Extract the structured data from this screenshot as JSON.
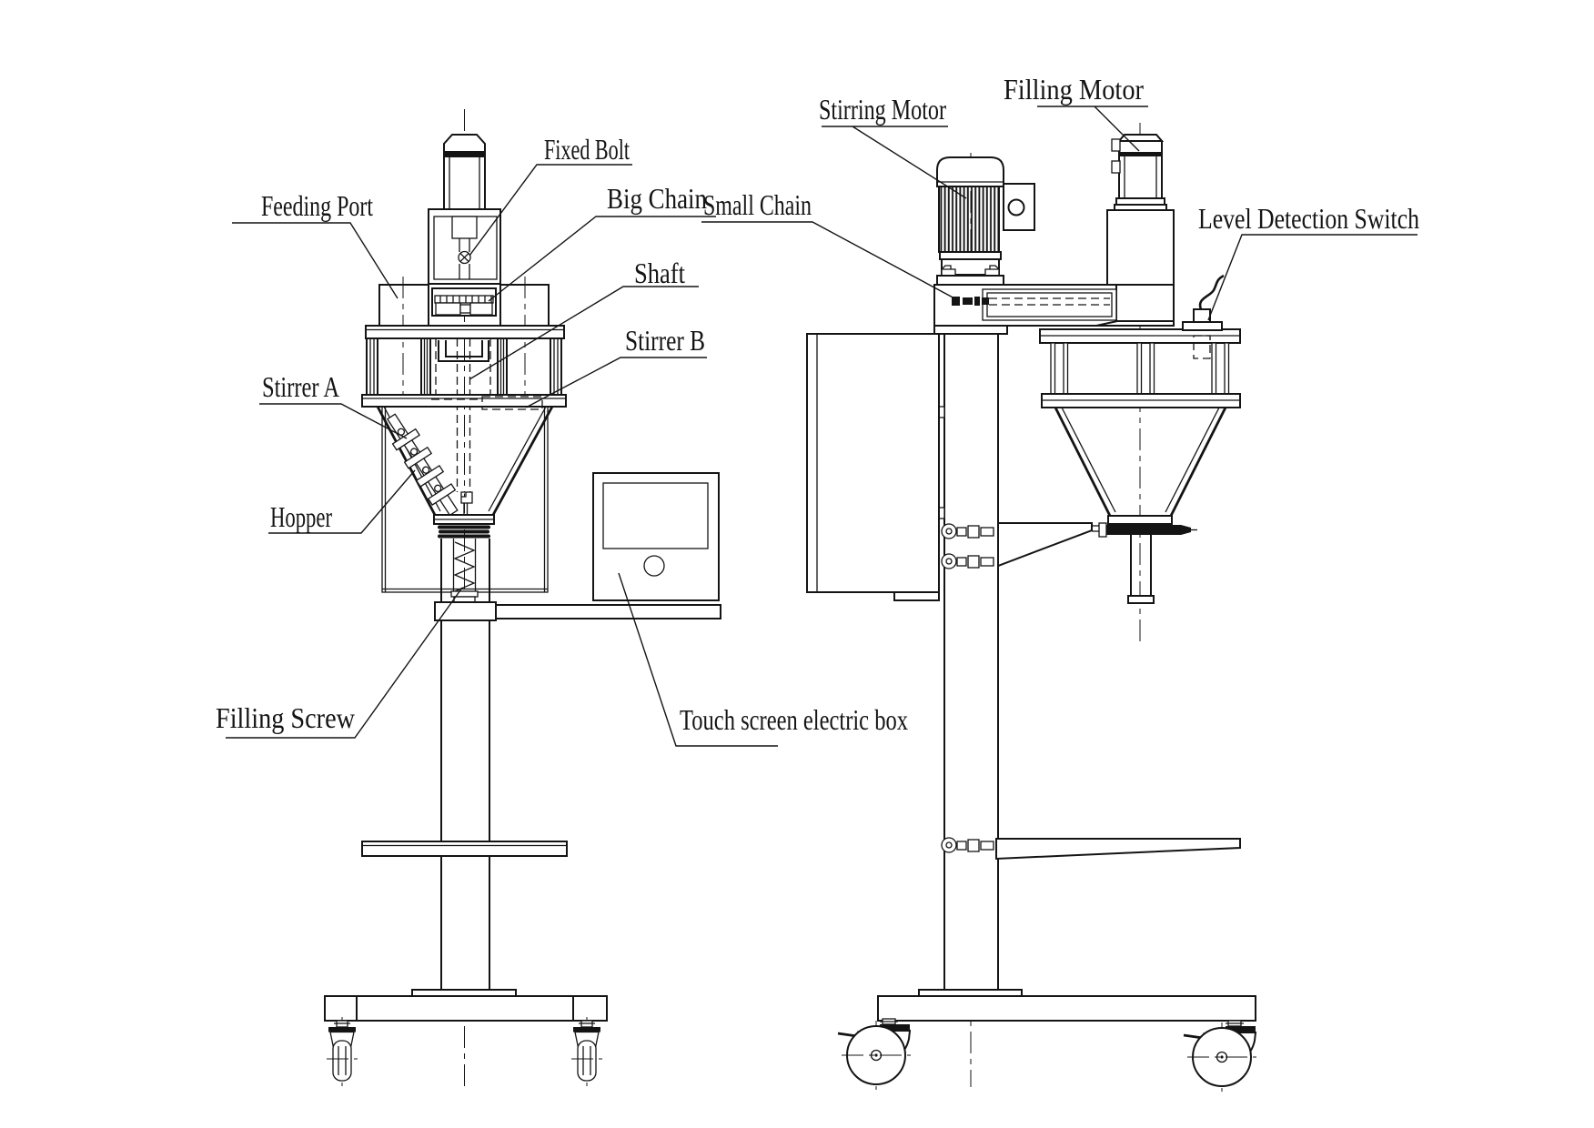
{
  "colors": {
    "ink": "#141414",
    "paper": "#ffffff"
  },
  "front_view": {
    "labels": {
      "feeding_port": "Feeding Port",
      "fixed_bolt": "Fixed Bolt",
      "big_chain": "Big Chain",
      "shaft": "Shaft",
      "stirrer_b": "Stirrer B",
      "stirrer_a": "Stirrer A",
      "hopper": "Hopper",
      "filling_screw": "Filling Screw",
      "touch_screen_electric_box": "Touch screen  electric box"
    }
  },
  "side_view": {
    "labels": {
      "stirring_motor": "Stirring Motor",
      "filling_motor": "Filling Motor",
      "small_chain": "Small Chain",
      "level_detection_switch": "Level Detection Switch"
    }
  }
}
